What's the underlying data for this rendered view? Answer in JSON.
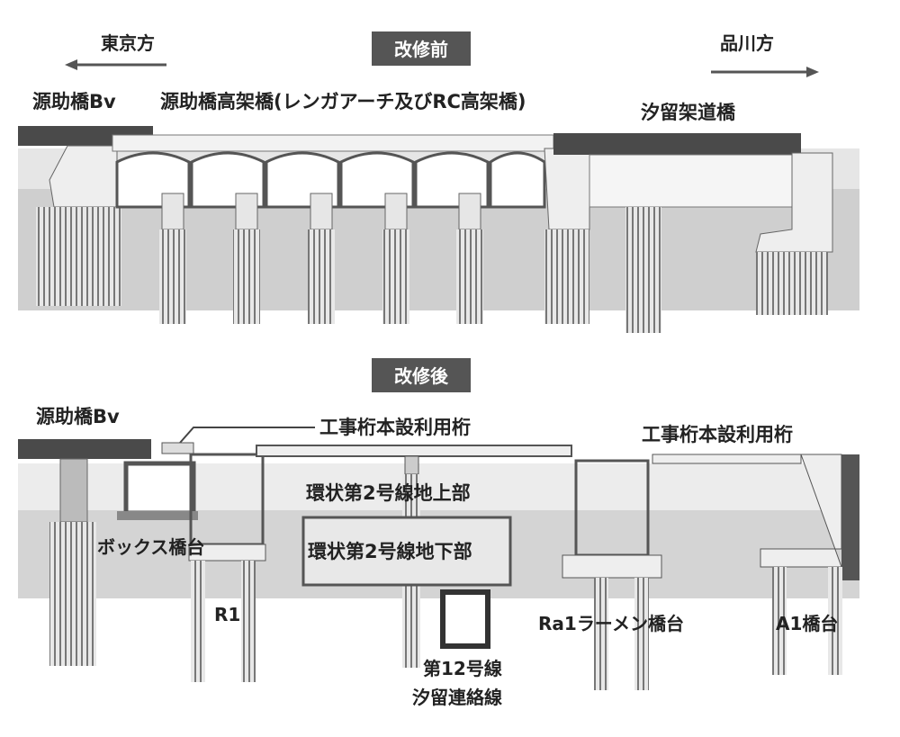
{
  "before": {
    "badge": "改修前",
    "direction_left": "東京方",
    "direction_right": "品川方",
    "label_bv": "源助橋Bv",
    "label_viaduct": "源助橋高架橋(レンガアーチ及びRC高架橋)",
    "label_shiodome": "汐留架道橋"
  },
  "after": {
    "badge": "改修後",
    "label_bv": "源助橋Bv",
    "label_girder_left": "工事桁本設利用桁",
    "label_girder_right": "工事桁本設利用桁",
    "label_road_above": "環状第2号線地上部",
    "label_road_below": "環状第2号線地下部",
    "label_box": "ボックス橋台",
    "label_r1": "R1",
    "label_line12_a": "第12号線",
    "label_line12_b": "汐留連絡線",
    "label_ra1": "Ra1ラーメン橋台",
    "label_a1": "A1橋台"
  },
  "colors": {
    "badge": "#555555",
    "deck": "#4a4a4a",
    "ground": "#d4d4d4"
  }
}
